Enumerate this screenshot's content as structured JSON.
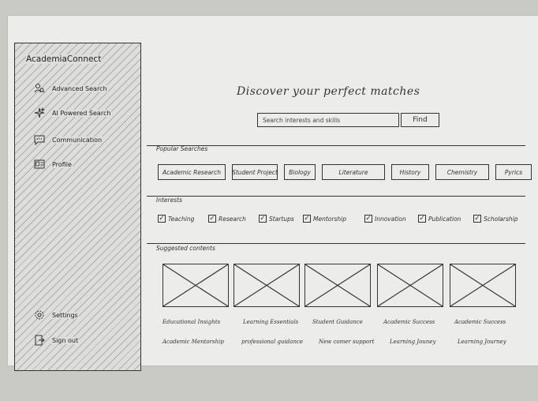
{
  "app": {
    "name": "AcademiaConnect"
  },
  "sidebar": {
    "items": [
      {
        "label": "Advanced Search",
        "icon": "person-search-icon"
      },
      {
        "label": "AI Powered Search",
        "icon": "sparkle-icon"
      },
      {
        "label": "Communication",
        "icon": "chat-icon"
      },
      {
        "label": "Profile",
        "icon": "profile-card-icon"
      }
    ],
    "bottom": [
      {
        "label": "Settings",
        "icon": "gear-icon"
      },
      {
        "label": "Sign out",
        "icon": "sign-out-icon"
      }
    ]
  },
  "main": {
    "title": "Discover your perfect matches",
    "search_placeholder": "Search interests and skills",
    "find_label": "Find",
    "popular_label": "Popular Searches",
    "popular": [
      "Academic Research",
      "Student Project",
      "Biology",
      "Literature",
      "History",
      "Chemistry",
      "Pyrics"
    ],
    "interests_label": "Interests",
    "interests": [
      "Teaching",
      "Research",
      "Startups",
      "Mentorship",
      "Innovation",
      "Publication",
      "Scholarship"
    ],
    "suggested_label": "Suggested contents",
    "captions_row1": [
      "Educational Insights",
      "Learning Essentials",
      "Student Guidance",
      "Academic Success",
      "Academic Success"
    ],
    "captions_row2": [
      "Academic Mentorship",
      "professional guidance",
      "New comer support",
      "Learning Jouney",
      "Learning Journey"
    ]
  }
}
